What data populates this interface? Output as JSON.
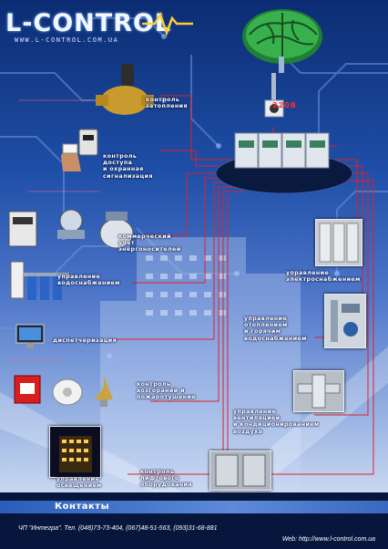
{
  "logo": {
    "text": "L-CONTROL",
    "url": "WWW.L-CONTROL.COM.UA"
  },
  "voltage": "220В",
  "labels": {
    "flood": [
      "контроль",
      "затопления"
    ],
    "access": [
      "контроль",
      "доступа",
      "и охранная",
      "сигнализация"
    ],
    "metering": [
      "коммерческий",
      "учёт",
      "энергоносителей"
    ],
    "water": [
      "управление",
      "водоснабжением"
    ],
    "dispatch": [
      "диспетчеризация"
    ],
    "fire": [
      "контроль",
      "возгораний и",
      "пожаротушение"
    ],
    "lighting": [
      "управление",
      "освещением"
    ],
    "elevator": [
      "контроль",
      "лифтового",
      "оборудования"
    ],
    "power": [
      "управление",
      "электроснабжением"
    ],
    "heating": [
      "управление",
      "отоплением",
      "и горячим",
      "водоснабжением"
    ],
    "ventilation": [
      "управление",
      "вентиляцией",
      "и кондиционированием",
      "воздуха"
    ]
  },
  "contacts": {
    "title": "Контакты",
    "line": "ЧП \"Интегра\". Тел. (048)73-73-404, (067)48-51-563, (093)31-68-881",
    "web": "Web: http://www.l-control.com.ua"
  },
  "colors": {
    "wire": "#e0202a",
    "background_top": "#0b2c72",
    "brain": "#2fa84a",
    "contacts_bar": "#2a5db8"
  }
}
